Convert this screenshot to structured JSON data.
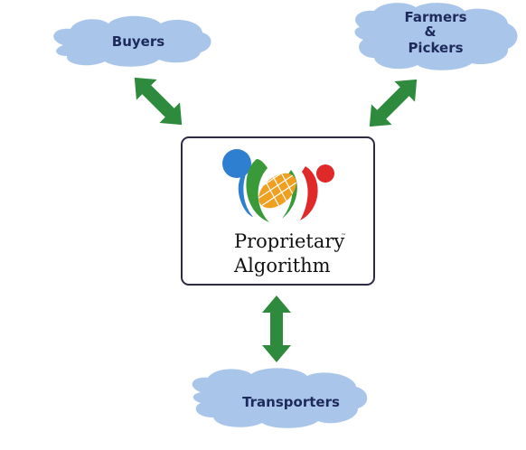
{
  "nodes": {
    "buyers": {
      "label": "Buyers"
    },
    "farmers": {
      "lines": [
        "Farmers",
        "&",
        "Pickers"
      ]
    },
    "transporters": {
      "label": "Transporters"
    }
  },
  "center": {
    "lines": [
      "Proprietary",
      "Algorithm"
    ],
    "trademark": "™"
  },
  "colors": {
    "cloud": "#a9c6ea",
    "arrow": "#2e8b3e",
    "box_border": "#2b2b45",
    "logo_blue": "#2f7fd0",
    "logo_green": "#3a9a3a",
    "logo_red": "#e02a2a",
    "logo_orange": "#f0a020"
  }
}
